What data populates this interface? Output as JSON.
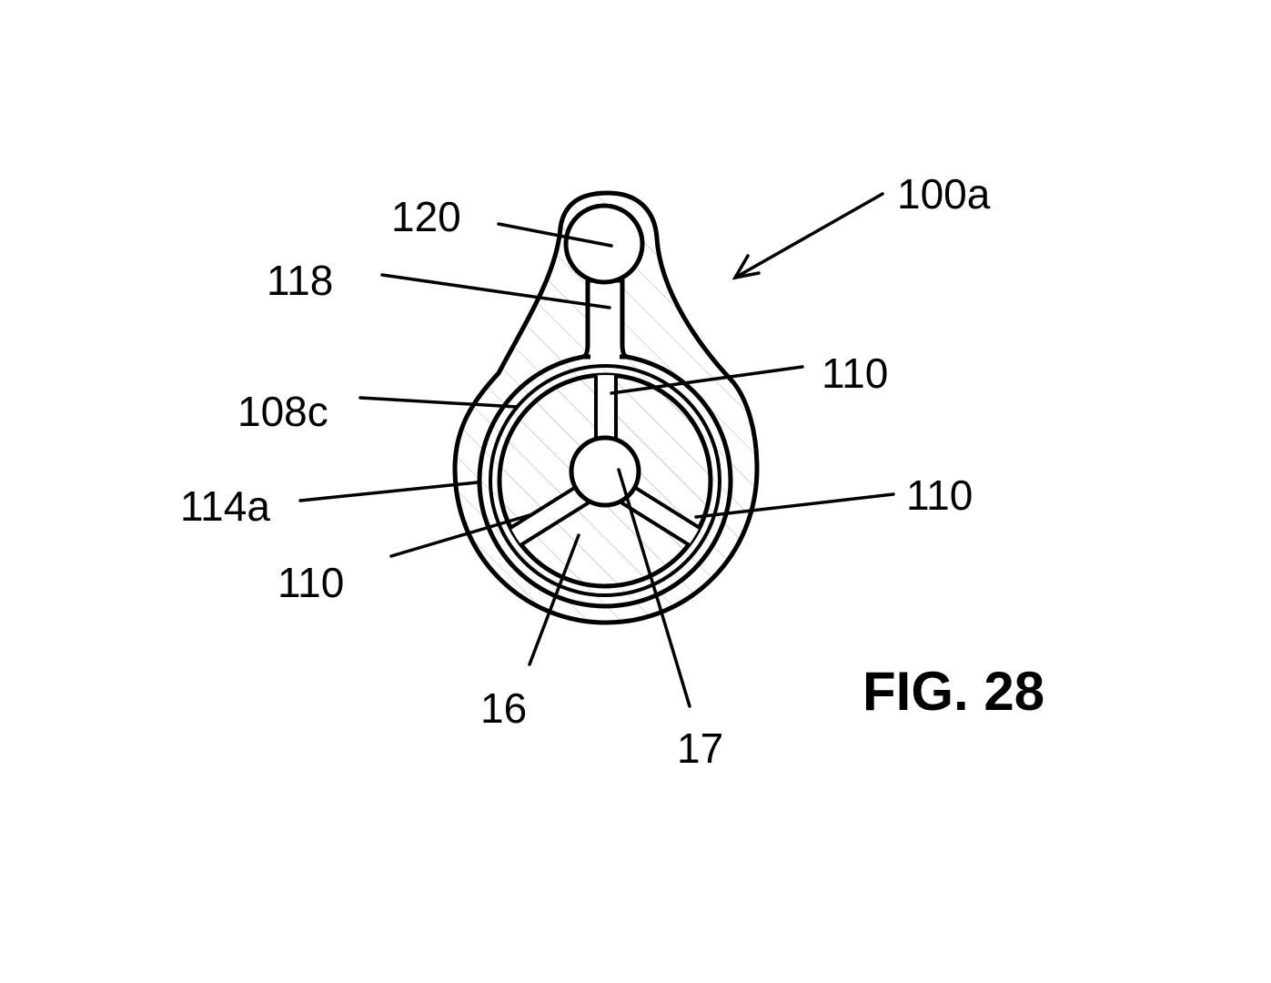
{
  "figure": {
    "title": "FIG. 28"
  },
  "labels": {
    "assembly": "100a",
    "lumen_top": "120",
    "channel": "118",
    "ridge_upper_right": "110",
    "ridge_right": "110",
    "ridge_left": "110",
    "wall": "108c",
    "sheath": "114a",
    "core": "16",
    "center_lumen": "17"
  },
  "colors": {
    "ink": "#000000",
    "hatch": "#8a8a8a",
    "paper": "#ffffff"
  }
}
